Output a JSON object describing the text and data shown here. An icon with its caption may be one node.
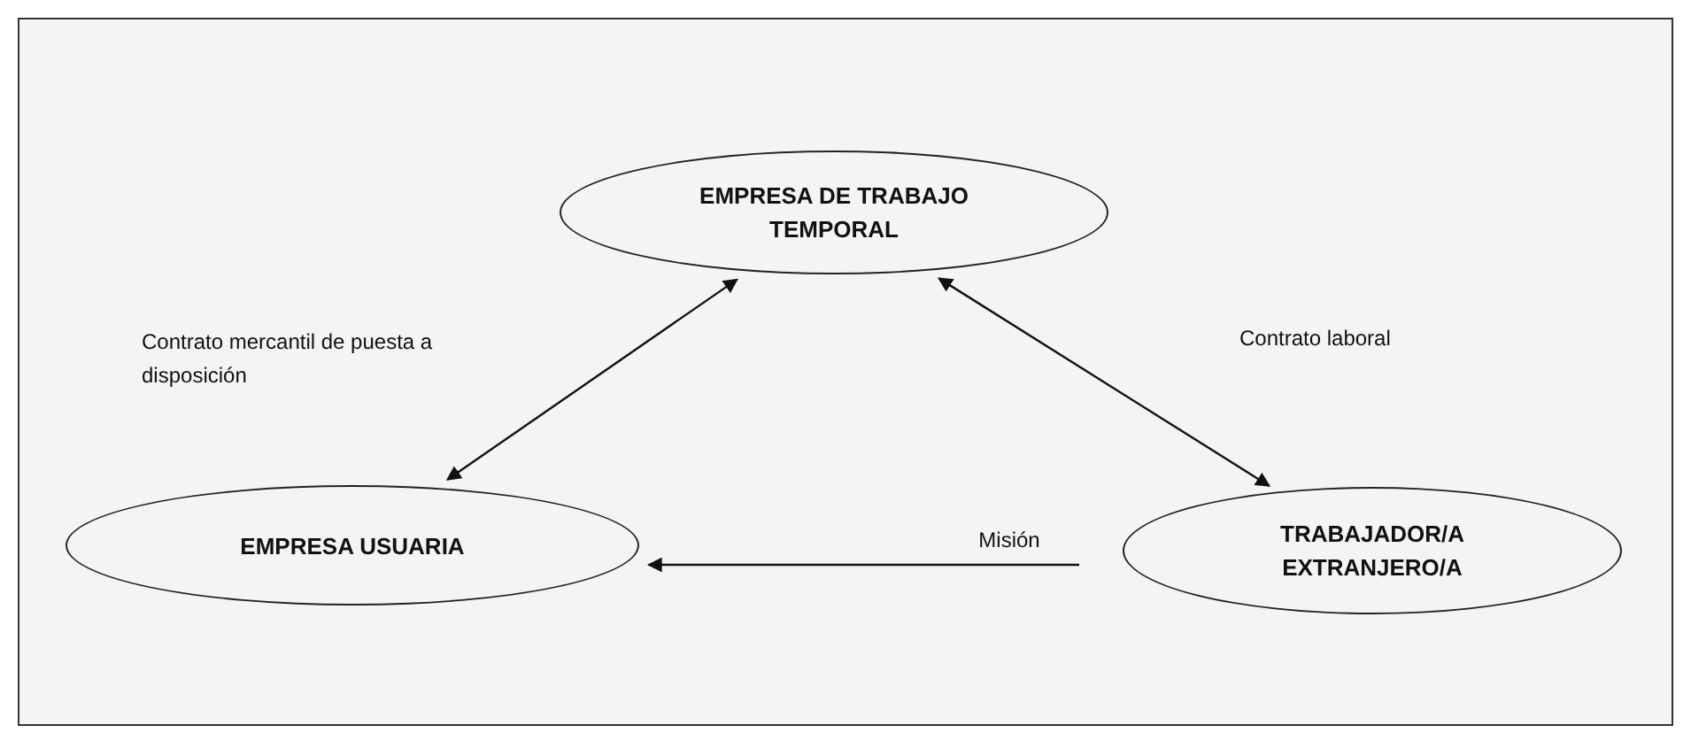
{
  "diagram": {
    "nodes": [
      {
        "text": [
          "EMPRESA DE TRABAJO TEMPORAL"
        ]
      },
      {
        "text": [
          "EMPRESA USUARIA"
        ]
      },
      {
        "text": [
          "TRABAJADOR/A EXTRANJERO/A"
        ]
      }
    ],
    "edges": [
      {
        "from": 1,
        "to": 0,
        "arrow": "both",
        "label": "Contrato mercantil de puesta a disposición"
      },
      {
        "from": 0,
        "to": 2,
        "arrow": "both",
        "label": "Contrato laboral"
      },
      {
        "from": 2,
        "to": 1,
        "arrow": "to",
        "label": "Misión"
      }
    ]
  }
}
